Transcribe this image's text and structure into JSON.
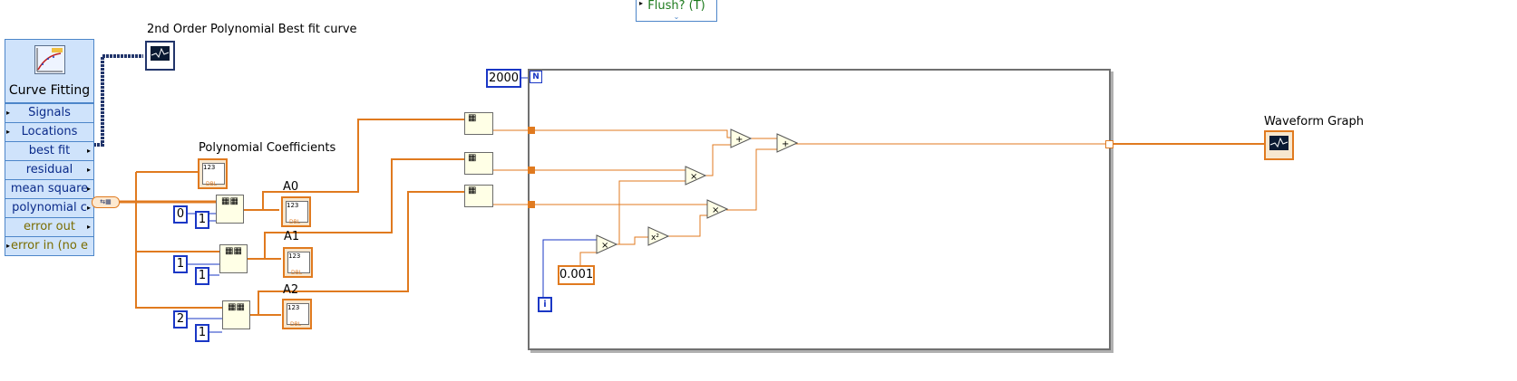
{
  "flush_terminal": "Flush? (T)",
  "express_vi": {
    "title": "Curve Fitting",
    "terminals": [
      "Signals",
      "Locations",
      "best fit",
      "residual",
      "mean square",
      "polynomial c",
      "error out",
      "error in (no e"
    ]
  },
  "labels": {
    "best_fit_graph": "2nd Order Polynomial Best fit curve",
    "poly_coeff": "Polynomial Coefficients",
    "a0": "A0",
    "a1": "A1",
    "a2": "A2",
    "waveform_graph": "Waveform Graph"
  },
  "constants": {
    "index0": "0",
    "index1": "1",
    "index2": "2",
    "length0": "1",
    "length1": "1",
    "length2": "1",
    "loop_count": "2000",
    "loop_n": "N",
    "loop_i": "i",
    "dt": "0.001"
  },
  "colors": {
    "wire_orange": "#e07a1f",
    "wire_blue": "#1a37c5",
    "wire_dynamic": "#22356b"
  }
}
